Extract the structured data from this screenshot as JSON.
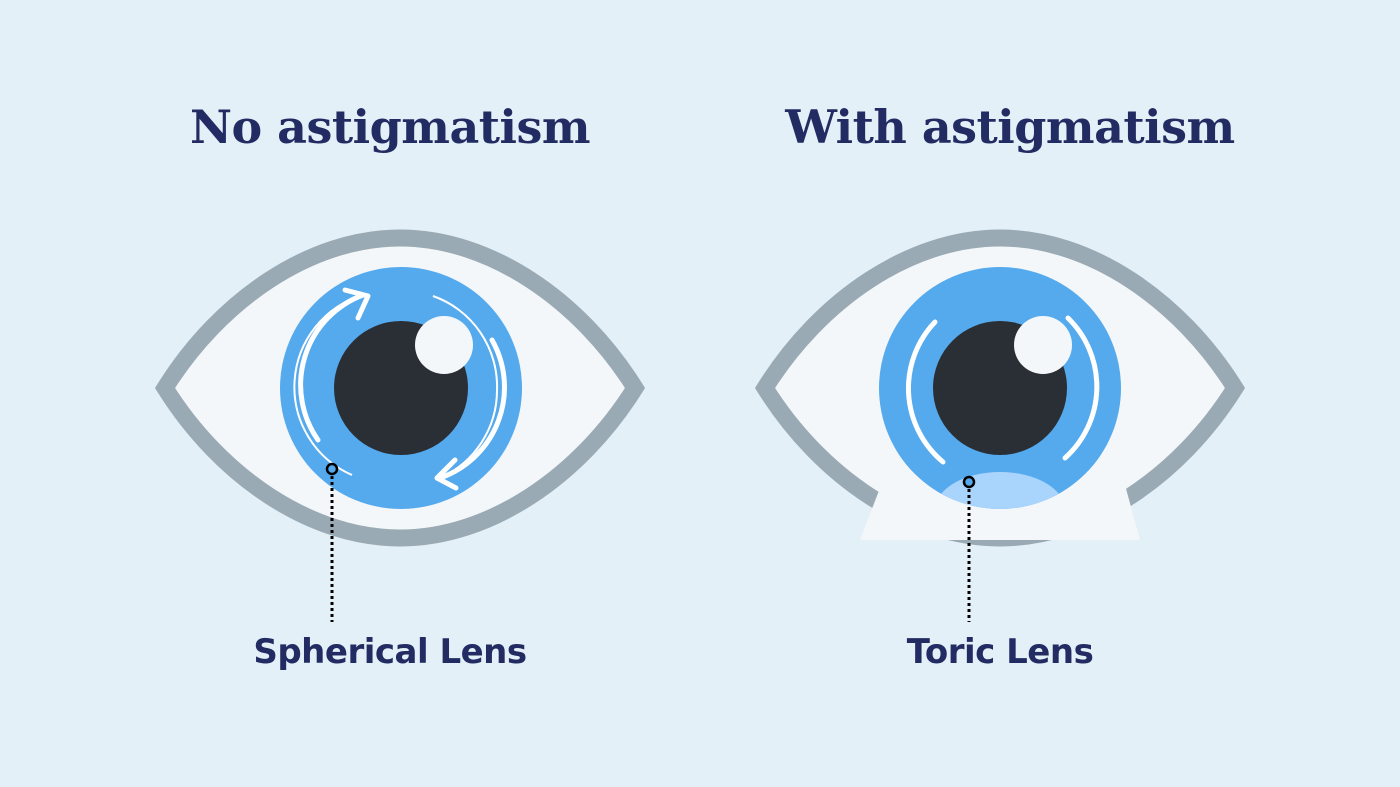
{
  "panels": [
    {
      "title": "No astigmatism",
      "label": "Spherical Lens"
    },
    {
      "title": "With astigmatism",
      "label": "Toric Lens"
    }
  ],
  "colors": {
    "background": "#e3f0f7",
    "text": "#232b63",
    "eye_outline": "#9aaab5",
    "sclera": "#f4f7fa",
    "iris": "#55aaee",
    "pupil": "#2a2f35",
    "highlight": "#f4f7fa",
    "toric_ballast": "#a9d4fb"
  }
}
